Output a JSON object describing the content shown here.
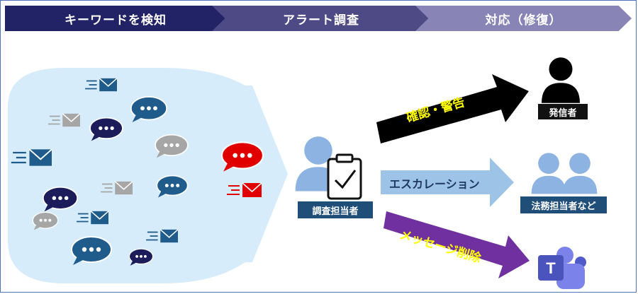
{
  "steps": [
    {
      "label": "キーワードを検知"
    },
    {
      "label": "アラート調査"
    },
    {
      "label": "対応（修復）"
    }
  ],
  "investigator": {
    "label": "調査担当者"
  },
  "actions": [
    {
      "label": "確認・警告",
      "color": "#ffff00",
      "bg": "#000000"
    },
    {
      "label": "エスカレーション",
      "color": "#1f3864",
      "bg": "#9dc3e6"
    },
    {
      "label": "メッセージ削除",
      "color": "#ffff00",
      "bg": "#7030a0"
    }
  ],
  "targets": [
    {
      "label": "発信者"
    },
    {
      "label": "法務担当者など"
    }
  ],
  "colors": {
    "navy": "#222266",
    "bubble_blue": "#1f5c8b",
    "bubble_navy": "#1c1c5a",
    "bubble_gray": "#a6a6a6",
    "alert_red": "#e00000",
    "pool": "#d6ecfa",
    "person": "#8db3e2"
  }
}
